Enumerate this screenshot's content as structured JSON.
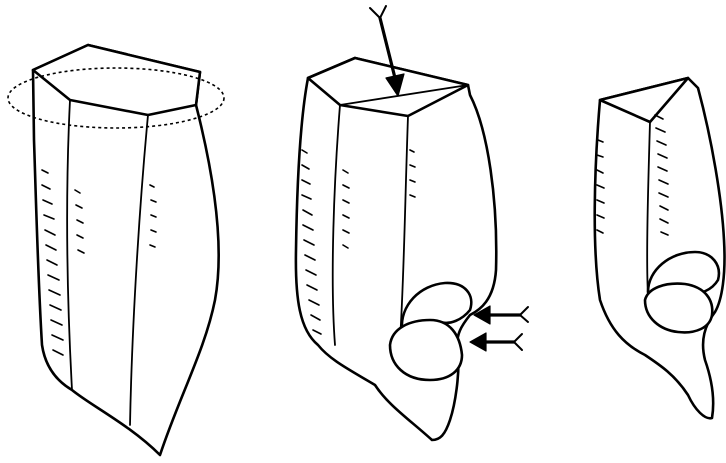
{
  "figure": {
    "panels": [
      {
        "name": "intact-root",
        "stage": 1
      },
      {
        "name": "cut-root-with-notch",
        "stage": 2
      },
      {
        "name": "final-root-with-notch",
        "stage": 3
      }
    ],
    "arrows": [
      {
        "name": "downward-insertion-arrow",
        "direction": "down"
      },
      {
        "name": "lateral-insertion-arrow-upper",
        "direction": "left"
      },
      {
        "name": "lateral-insertion-arrow-lower",
        "direction": "left"
      }
    ],
    "ink_color": "#000000",
    "background_color": "#ffffff"
  }
}
